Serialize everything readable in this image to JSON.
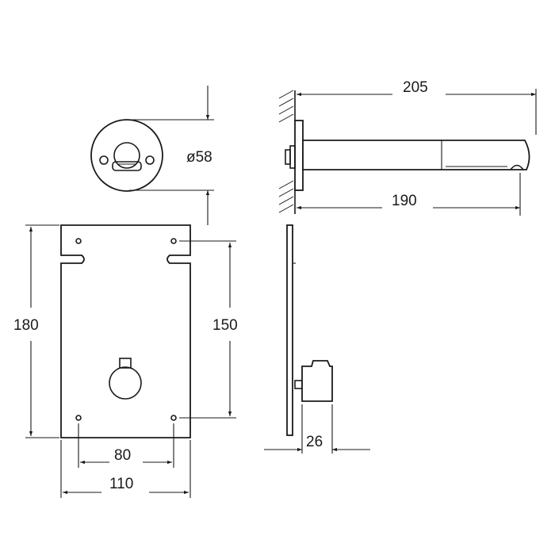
{
  "dimensions": {
    "spout_length": "205",
    "spout_projection": "190",
    "rosette_diameter": "ø58",
    "plate_height": "180",
    "hole_spacing_vertical": "150",
    "hole_spacing_horizontal": "80",
    "plate_width": "110",
    "box_depth": "26"
  }
}
